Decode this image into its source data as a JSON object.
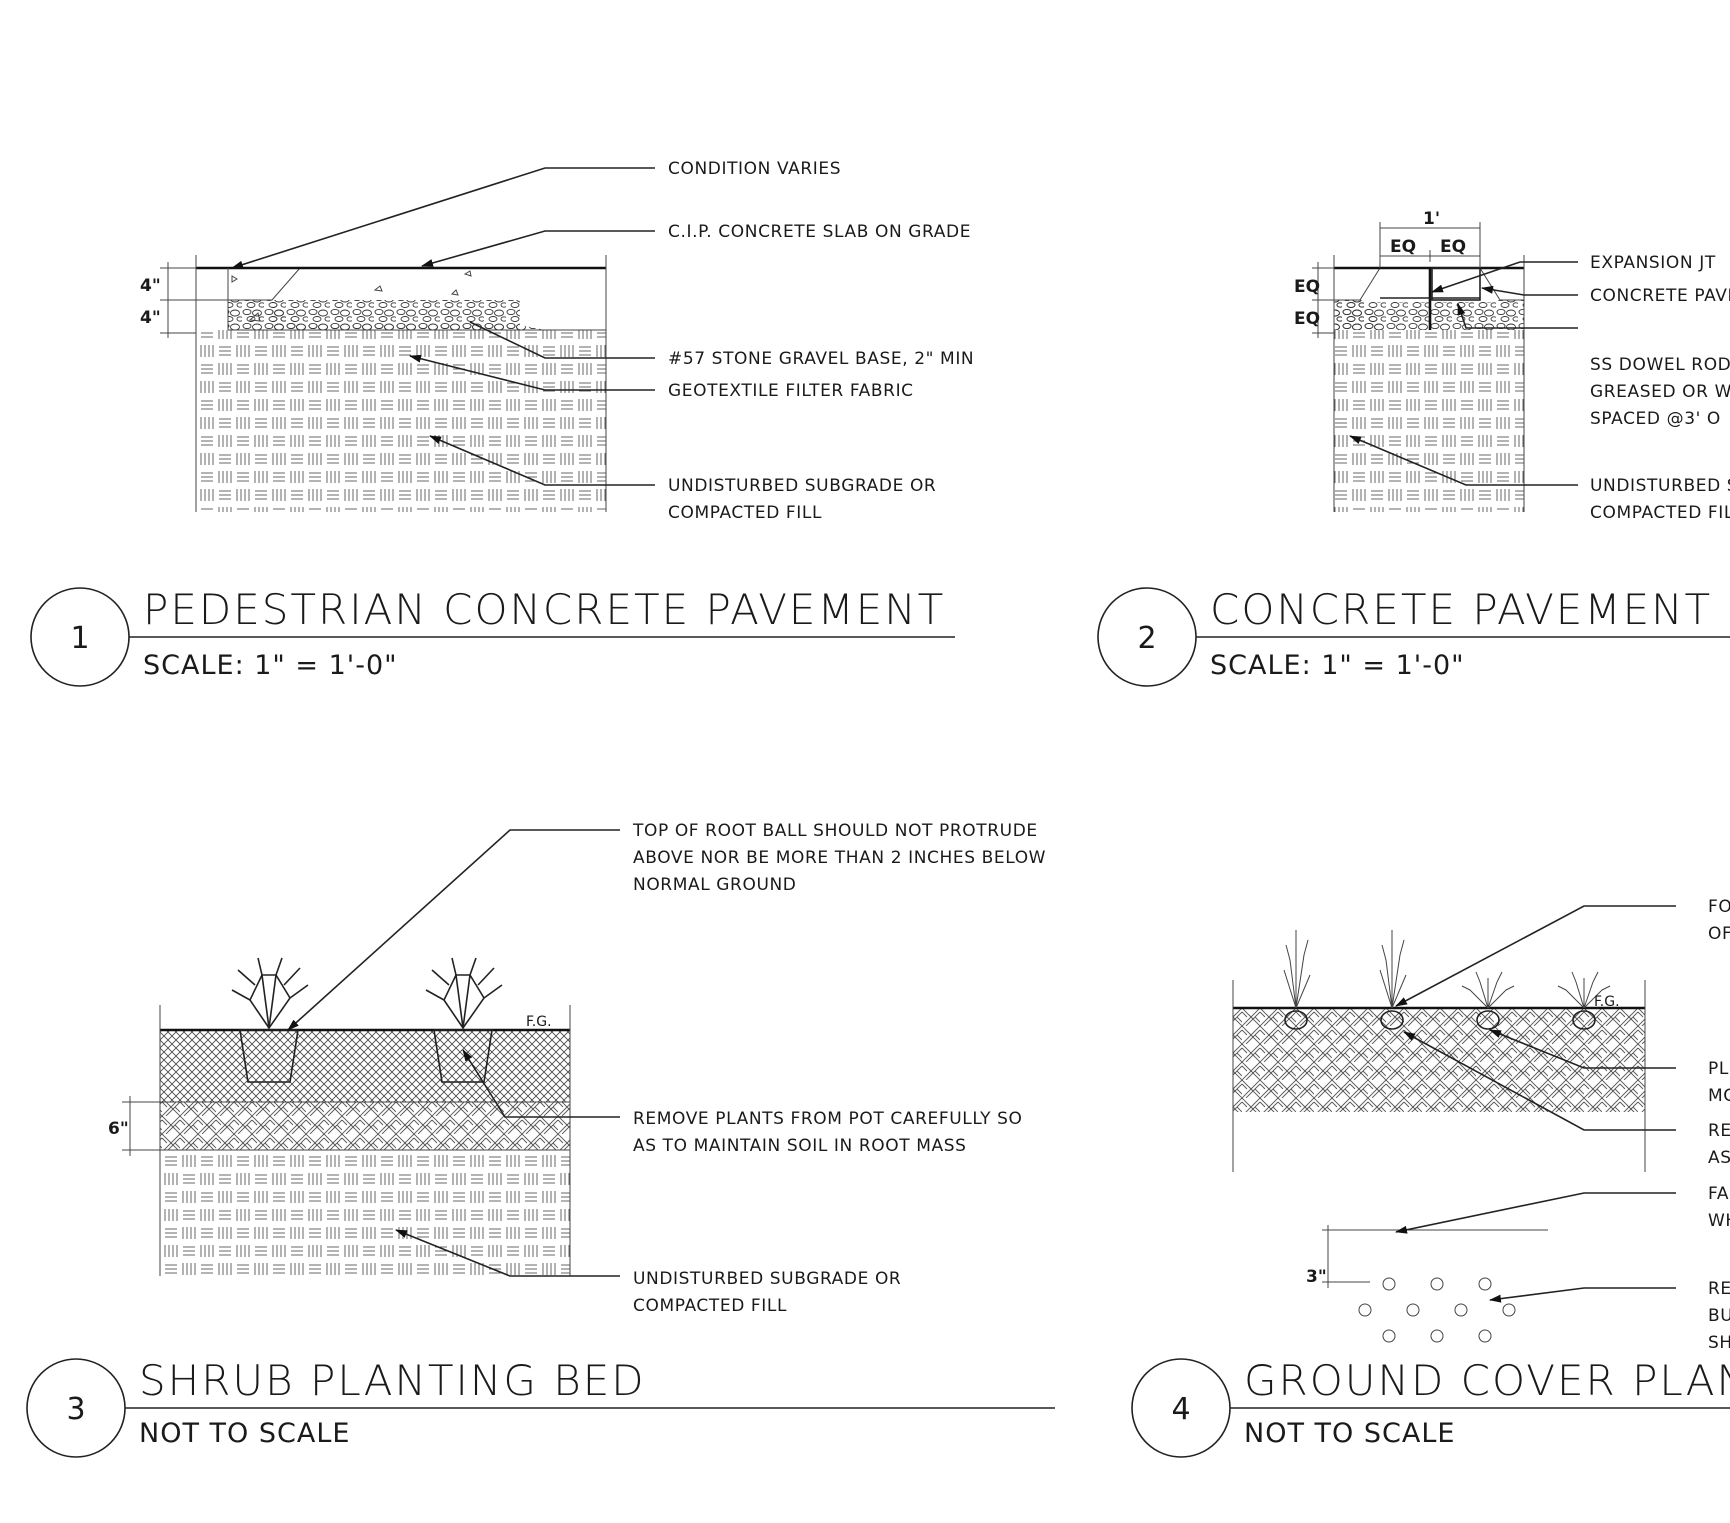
{
  "details": [
    {
      "number": "1",
      "title": "PEDESTRIAN CONCRETE PAVEMENT",
      "scale": "SCALE: 1\" = 1'-0\"",
      "dims": [
        "4\"",
        "4\""
      ],
      "callouts": [
        "CONDITION VARIES",
        "C.I.P. CONCRETE SLAB ON GRADE",
        "#57 STONE GRAVEL BASE, 2\" MIN",
        "GEOTEXTILE FILTER FABRIC",
        "UNDISTURBED SUBGRADE OR",
        "COMPACTED FILL"
      ]
    },
    {
      "number": "2",
      "title": "CONCRETE PAVEMENT E",
      "scale": "SCALE: 1\" = 1'-0\"",
      "dims": [
        "1'",
        "EQ",
        "EQ",
        "EQ",
        "EQ"
      ],
      "callouts": [
        "EXPANSION JT",
        "CONCRETE PAVI",
        "SS DOWEL ROD,",
        "GREASED OR W",
        "SPACED @3' O",
        "UNDISTURBED S",
        "COMPACTED FIL"
      ]
    },
    {
      "number": "3",
      "title": "SHRUB PLANTING BED",
      "scale": "NOT TO SCALE",
      "dims": [
        "6\""
      ],
      "grade": "F.G.",
      "callouts": [
        "TOP OF ROOT BALL SHOULD NOT PROTRUDE",
        "ABOVE NOR BE MORE THAN 2 INCHES BELOW",
        "NORMAL GROUND",
        "REMOVE PLANTS FROM POT CAREFULLY SO",
        "AS TO MAINTAIN SOIL IN ROOT MASS",
        "UNDISTURBED SUBGRADE OR",
        "COMPACTED FILL"
      ]
    },
    {
      "number": "4",
      "title": "GROUND COVER PLANT",
      "scale": "NOT TO SCALE",
      "dims": [
        "3\""
      ],
      "grade": "F.G.",
      "callouts": [
        "FO",
        "OF",
        "PL",
        "MC",
        "RE",
        "AS",
        "FA",
        "WH",
        "RE",
        "BU",
        "SH"
      ]
    }
  ]
}
